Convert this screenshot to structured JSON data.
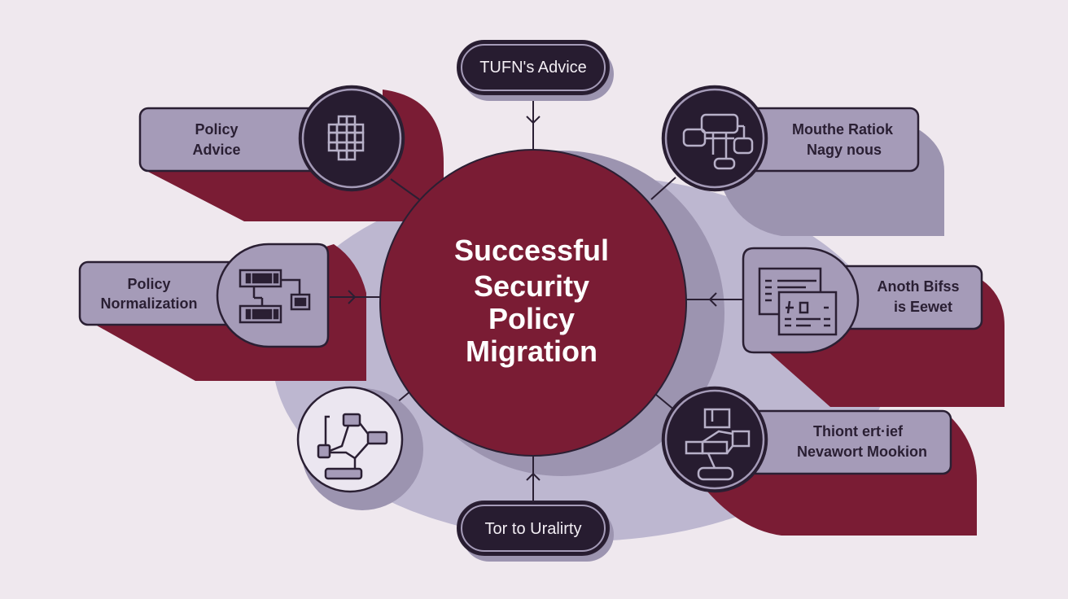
{
  "colors": {
    "background": "#efe8ee",
    "maroon": "#7a1c34",
    "dark_navy": "#271c30",
    "lavender_box": "#a59bb8",
    "halo": "#bdb7d0",
    "halo_dark": "#9c94b0",
    "outline": "#2a1f33"
  },
  "center": {
    "lines": [
      "Successful",
      "Security",
      "Policy",
      "Migration"
    ]
  },
  "top_pill": {
    "label": "TUFN's Advice"
  },
  "bottom_pill": {
    "label": "Tor to Uralirty"
  },
  "nodes": [
    {
      "id": "policy-advice",
      "lines": [
        "Policy",
        "Advice"
      ],
      "icon": "grid-cross-icon"
    },
    {
      "id": "mouthe-ratiok",
      "lines": [
        "Mouthe Ratiok",
        "Nagy nous"
      ],
      "icon": "flowchart-icon"
    },
    {
      "id": "policy-normalization",
      "lines": [
        "Policy",
        "Normalization"
      ],
      "icon": "server-rack-icon"
    },
    {
      "id": "anoth-bifss",
      "lines": [
        "Anoth Bifss",
        "is Eewet"
      ],
      "icon": "documents-icon"
    },
    {
      "id": "network-modeling",
      "lines": [
        "Thiont ert·ief",
        "Nevawort Mookion"
      ],
      "icon": "network-diagram-icon"
    },
    {
      "id": "bottom-left-network",
      "lines": [],
      "icon": "node-graph-icon"
    }
  ]
}
